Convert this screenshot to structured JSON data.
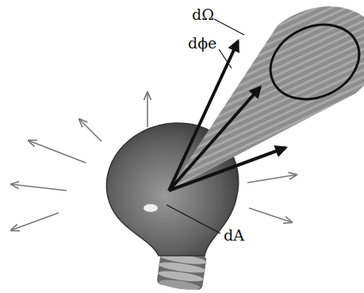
{
  "diagram": {
    "labels": [
      "dΩ",
      "dϕe",
      "dA"
    ]
  }
}
